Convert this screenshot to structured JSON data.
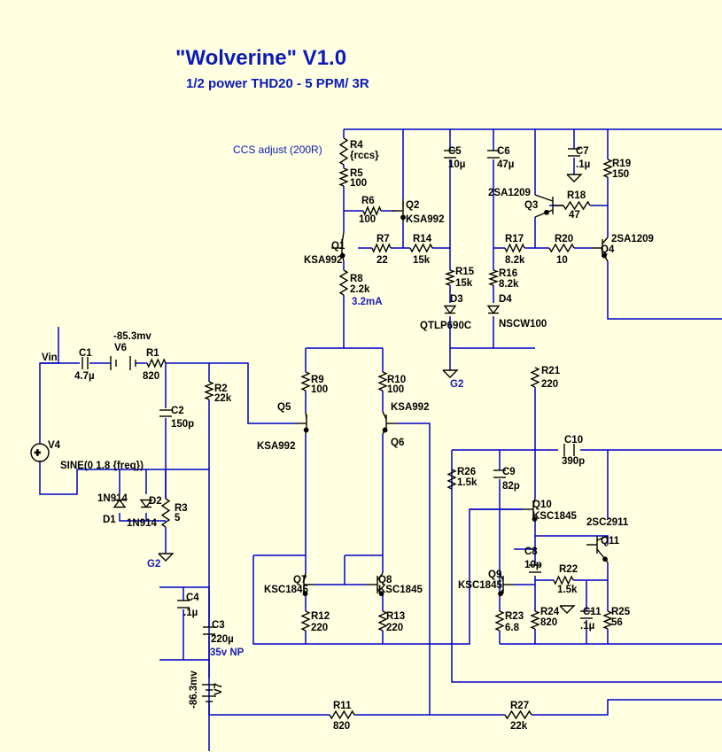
{
  "schematic": {
    "title": "\"Wolverine\" V1.0",
    "subtitle": "1/2  power THD20 - 5 PPM/ 3R",
    "ccs_note": "CCS adjust (200R)",
    "current_note": "3.2mA",
    "voltage_top": "-85.3mv",
    "voltage_bottom": "-86.3mv",
    "c3_rating": "35v NP",
    "ground_labels": [
      "G2",
      "G2"
    ],
    "source": {
      "ref": "V4",
      "value": "SINE(0 1.8 {freq})"
    },
    "input_net": "Vin",
    "components": [
      {
        "ref": "C1",
        "value": "4.7µ"
      },
      {
        "ref": "V6",
        "value": ""
      },
      {
        "ref": "R1",
        "value": "820"
      },
      {
        "ref": "R2",
        "value": "22k"
      },
      {
        "ref": "C2",
        "value": "150p"
      },
      {
        "ref": "D1",
        "value": "1N914"
      },
      {
        "ref": "D2",
        "value": "1N914"
      },
      {
        "ref": "R3",
        "value": "5"
      },
      {
        "ref": "C4",
        "value": ".1µ"
      },
      {
        "ref": "C3",
        "value": "220µ"
      },
      {
        "ref": "V7",
        "value": ""
      },
      {
        "ref": "R4",
        "value": "{rccs}"
      },
      {
        "ref": "R5",
        "value": "100"
      },
      {
        "ref": "R6",
        "value": "100"
      },
      {
        "ref": "Q2",
        "value": "KSA992"
      },
      {
        "ref": "Q1",
        "value": "KSA992"
      },
      {
        "ref": "R7",
        "value": "22"
      },
      {
        "ref": "R8",
        "value": "2.2k"
      },
      {
        "ref": "R14",
        "value": "15k"
      },
      {
        "ref": "C5",
        "value": "10µ"
      },
      {
        "ref": "R15",
        "value": "15k"
      },
      {
        "ref": "D3",
        "value": "QTLP690C"
      },
      {
        "ref": "C6",
        "value": "47µ"
      },
      {
        "ref": "R16",
        "value": "8.2k"
      },
      {
        "ref": "D4",
        "value": "NSCW100"
      },
      {
        "ref": "R17",
        "value": "8.2k"
      },
      {
        "ref": "Q3",
        "value": "2SA1209"
      },
      {
        "ref": "C7",
        "value": ".1µ"
      },
      {
        "ref": "R18",
        "value": "47"
      },
      {
        "ref": "R19",
        "value": "150"
      },
      {
        "ref": "R20",
        "value": "10"
      },
      {
        "ref": "Q4",
        "value": "2SA1209"
      },
      {
        "ref": "R9",
        "value": "100"
      },
      {
        "ref": "R10",
        "value": "100"
      },
      {
        "ref": "Q5",
        "value": "KSA992"
      },
      {
        "ref": "Q6",
        "value": "KSA992"
      },
      {
        "ref": "Q7",
        "value": "KSC1845"
      },
      {
        "ref": "Q8",
        "value": "KSC1845"
      },
      {
        "ref": "R12",
        "value": "220"
      },
      {
        "ref": "R13",
        "value": "220"
      },
      {
        "ref": "R11",
        "value": "820"
      },
      {
        "ref": "R21",
        "value": "220"
      },
      {
        "ref": "C10",
        "value": "390p"
      },
      {
        "ref": "R26",
        "value": "1.5k"
      },
      {
        "ref": "C9",
        "value": "82p"
      },
      {
        "ref": "Q10",
        "value": "KSC1845"
      },
      {
        "ref": "Q11",
        "value": "2SC2911"
      },
      {
        "ref": "C8",
        "value": "10p"
      },
      {
        "ref": "Q9",
        "value": "KSC1845"
      },
      {
        "ref": "R22",
        "value": "1.5k"
      },
      {
        "ref": "R23",
        "value": "6.8"
      },
      {
        "ref": "R24",
        "value": "820"
      },
      {
        "ref": "C11",
        "value": ".1µ"
      },
      {
        "ref": "R25",
        "value": "56"
      },
      {
        "ref": "R27",
        "value": "22k"
      }
    ]
  }
}
